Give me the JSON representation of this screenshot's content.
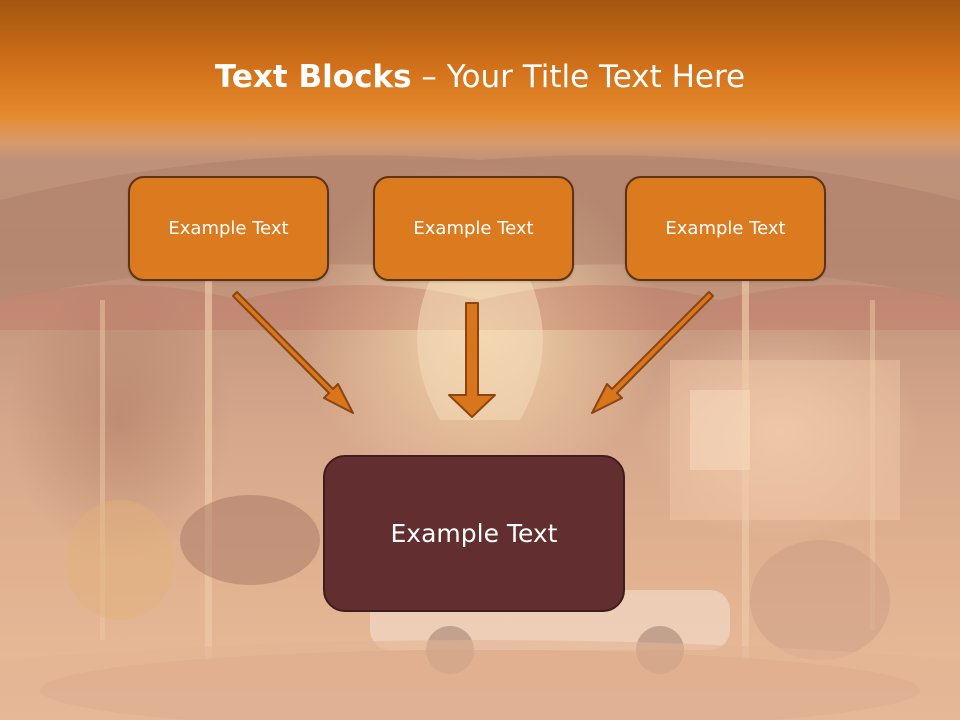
{
  "title": {
    "bold_part": "Text Blocks",
    "rest_part": " – Your Title Text Here"
  },
  "blocks": [
    {
      "label": "Example Text"
    },
    {
      "label": "Example Text"
    },
    {
      "label": "Example Text"
    }
  ],
  "main_block": {
    "label": "Example Text"
  },
  "colors": {
    "banner": "#d4731b",
    "block_fill": "#db7a1e",
    "block_border": "#5a3415",
    "main_fill": "#622e2f",
    "arrow_fill": "#d9761c"
  }
}
